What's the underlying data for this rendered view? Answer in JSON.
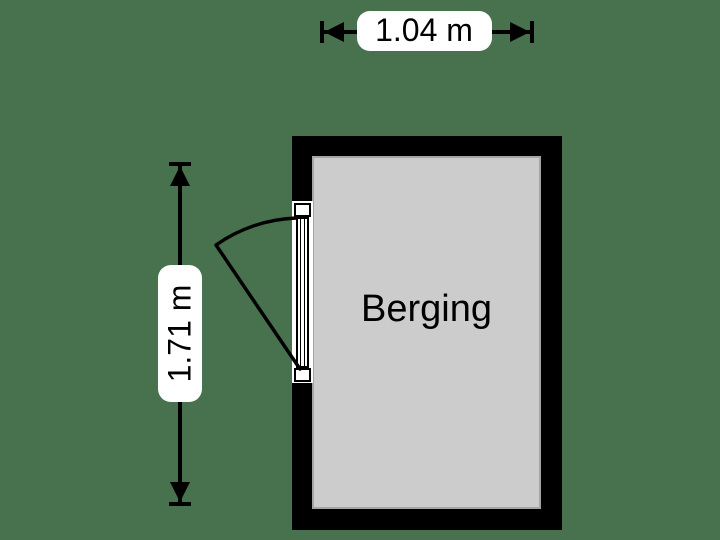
{
  "floorplan": {
    "room": {
      "name": "Berging"
    },
    "dimensions": {
      "width": {
        "label": "1.04 m"
      },
      "height": {
        "label": "1.71 m"
      }
    },
    "features": [
      "door-swing-left-wall"
    ]
  },
  "colors": {
    "background": "#48714E",
    "wall": "#000000",
    "floor": "#CCCCCC",
    "floor_border": "#A5A5A5",
    "label_bg": "#FFFFFF",
    "text": "#000000"
  }
}
